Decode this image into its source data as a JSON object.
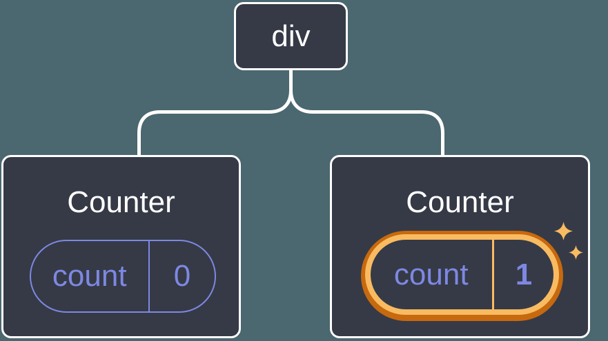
{
  "diagram": {
    "description": "React component tree: a div root with two Counter children; the second Counter's state was updated",
    "root": {
      "label": "div"
    },
    "children": [
      {
        "title": "Counter",
        "state": {
          "key": "count",
          "value": "0"
        },
        "highlighted": false
      },
      {
        "title": "Counter",
        "state": {
          "key": "count",
          "value": "1"
        },
        "highlighted": true
      }
    ]
  },
  "icons": {
    "sparkle_large": "four-point-star",
    "sparkle_small": "four-point-star"
  },
  "colors": {
    "background": "#4b6770",
    "node_fill": "#353a46",
    "node_border": "#ffffff",
    "connector": "#ffffff",
    "state_accent_purple": "#7e88e2",
    "highlight_ring_outer_orange": "#c7690e",
    "highlight_ring_inner_orange": "#f9bb61",
    "sparkle_orange": "#f9bb61",
    "text": "#ffffff"
  }
}
